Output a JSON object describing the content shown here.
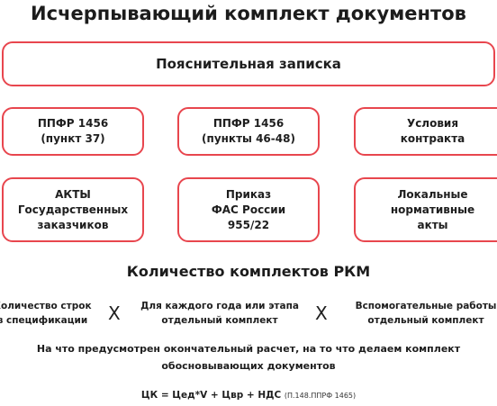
{
  "title": "Исчерпывающий комплект документов",
  "main_box": "Пояснительная записка",
  "boxes": [
    {
      "lines": [
        "ППФР 1456",
        "(пункт 37)"
      ]
    },
    {
      "lines": [
        "ППФР 1456",
        "(пункты 46-48)"
      ]
    },
    {
      "lines": [
        "Условия",
        "контракта"
      ]
    },
    {
      "lines": [
        "АКТЫ",
        "Государственных",
        "заказчиков"
      ]
    },
    {
      "lines": [
        "Приказ",
        "ФАС России",
        "955/22"
      ]
    },
    {
      "lines": [
        "Локальные",
        "нормативные",
        "акты"
      ]
    }
  ],
  "subtitle": "Количество комплектов РКМ",
  "factors": [
    {
      "lines": [
        "Количество строк",
        "в спецификации"
      ]
    },
    {
      "lines": [
        "Для каждого года или этапа",
        "отдельный комплект"
      ]
    },
    {
      "lines": [
        "Вспомогательные работы",
        "отдельный комплект"
      ]
    }
  ],
  "times_symbol": "X",
  "note_lines": [
    "На что предусмотрен окончательный расчет, на то что делаем комплект",
    "обосновывающих документов"
  ],
  "formula": {
    "main": "ЦК = Цед*V + Цвр + НДС",
    "ref": "(П.148.ППРФ 1465)"
  },
  "colors": {
    "accent_border": "#e8464e",
    "text": "#1e1e1e"
  }
}
